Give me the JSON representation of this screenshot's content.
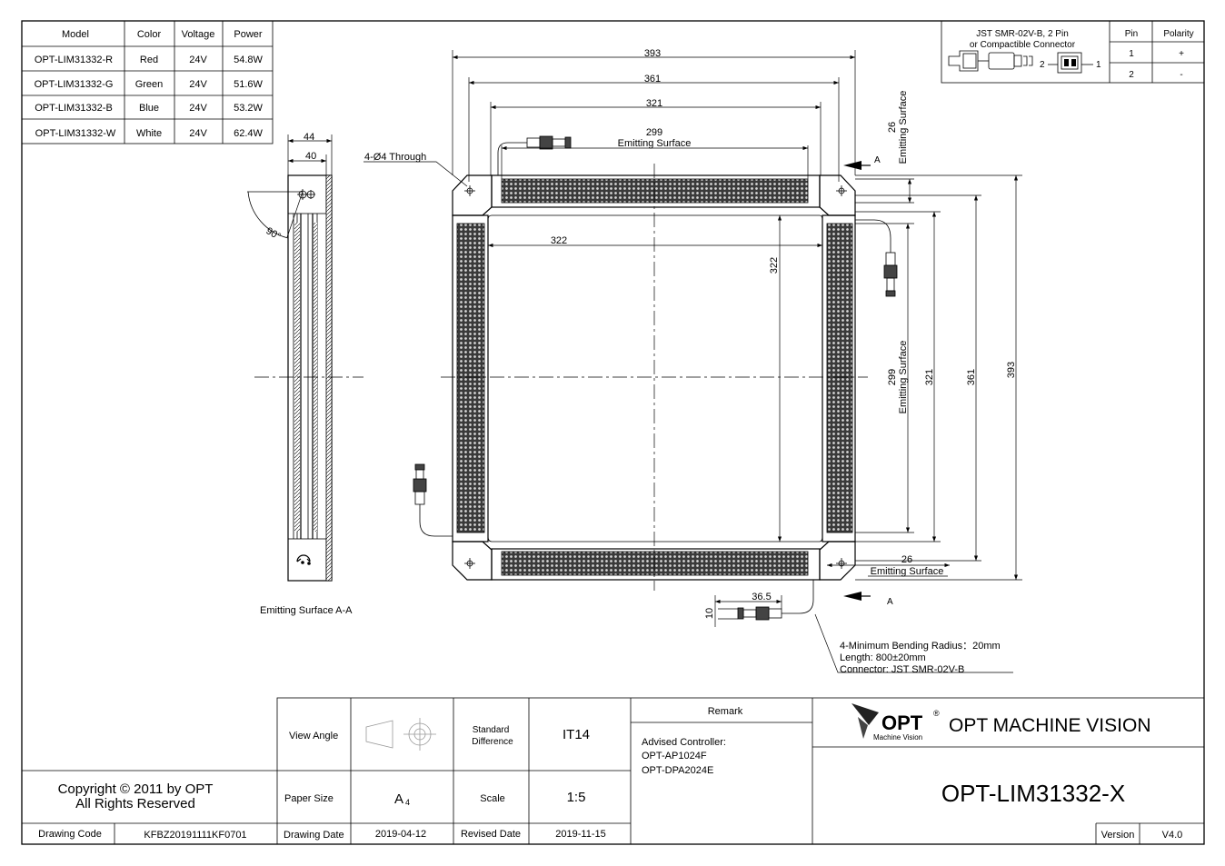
{
  "model_table": {
    "headers": [
      "Model",
      "Color",
      "Voltage",
      "Power"
    ],
    "rows": [
      [
        "OPT-LIM31332-R",
        "Red",
        "24V",
        "54.8W"
      ],
      [
        "OPT-LIM31332-G",
        "Green",
        "24V",
        "51.6W"
      ],
      [
        "OPT-LIM31332-B",
        "Blue",
        "24V",
        "53.2W"
      ],
      [
        "OPT-LIM31332-W",
        "White",
        "24V",
        "62.4W"
      ]
    ]
  },
  "connector_table": {
    "title_line1": "JST SMR-02V-B, 2 Pin",
    "title_line2": "or Compactible Connector",
    "pin_header": "Pin",
    "polarity_header": "Polarity",
    "rows": [
      [
        "1",
        "+"
      ],
      [
        "2",
        "-"
      ]
    ],
    "pin_label_left": "2",
    "pin_label_right": "1"
  },
  "dimensions": {
    "d393_top": "393",
    "d361_top": "361",
    "d321_top": "321",
    "d299_top": "299",
    "emitting_surface": "Emitting Surface",
    "d322_h": "322",
    "d322_v": "322",
    "d299_v": "299",
    "d321_v": "321",
    "d361_v": "361",
    "d393_v": "393",
    "d26_top": "26",
    "d26_bottom": "26",
    "d44": "44",
    "d40": "40",
    "d36_5": "36.5",
    "d10": "10",
    "angle_90": "90°",
    "holes": "4-Ø4 Through",
    "section_mark": "A",
    "side_caption": "Emitting Surface A-A"
  },
  "cable_note": {
    "line1": "4-Minimum Bending Radius：20mm",
    "line2": "Length: 800±20mm",
    "line3": "Connector: JST SMR-02V-B"
  },
  "title_block": {
    "view_angle_label": "View Angle",
    "standard_label_1": "Standard",
    "standard_label_2": "Difference",
    "standard_value": "IT14",
    "paper_size_label": "Paper Size",
    "paper_size_value": "A",
    "paper_size_sub": "4",
    "scale_label": "Scale",
    "scale_value": "1:5",
    "drawing_date_label": "Drawing Date",
    "drawing_date_value": "2019-04-12",
    "revised_date_label": "Revised Date",
    "revised_date_value": "2019-11-15",
    "remark_label": "Remark",
    "remark_line1": "Advised Controller:",
    "remark_line2": "OPT-AP1024F",
    "remark_line3": "OPT-DPA2024E",
    "logo_text": "OPT",
    "logo_registered": "®",
    "logo_sub": "Machine Vision",
    "company": "OPT MACHINE VISION",
    "part_number": "OPT-LIM31332-X",
    "version_label": "Version",
    "version_value": "V4.0",
    "copyright_line1": "Copyright © 2011 by OPT",
    "copyright_line2": "All Rights Reserved",
    "drawing_code_label": "Drawing Code",
    "drawing_code_value": "KFBZ20191111KF0701"
  }
}
